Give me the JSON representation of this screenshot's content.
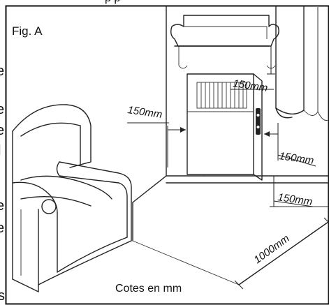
{
  "figure": {
    "label": "Fig. A",
    "caption": "Cotes en mm"
  },
  "dimensions": {
    "above": "150mm",
    "left": "150mm",
    "right": "150mm",
    "floor": "150mm",
    "front": "1000mm"
  },
  "edge_fragments": {
    "left": [
      "e",
      "e",
      "e",
      "l",
      "e",
      "e",
      "s"
    ],
    "top": "p p"
  }
}
